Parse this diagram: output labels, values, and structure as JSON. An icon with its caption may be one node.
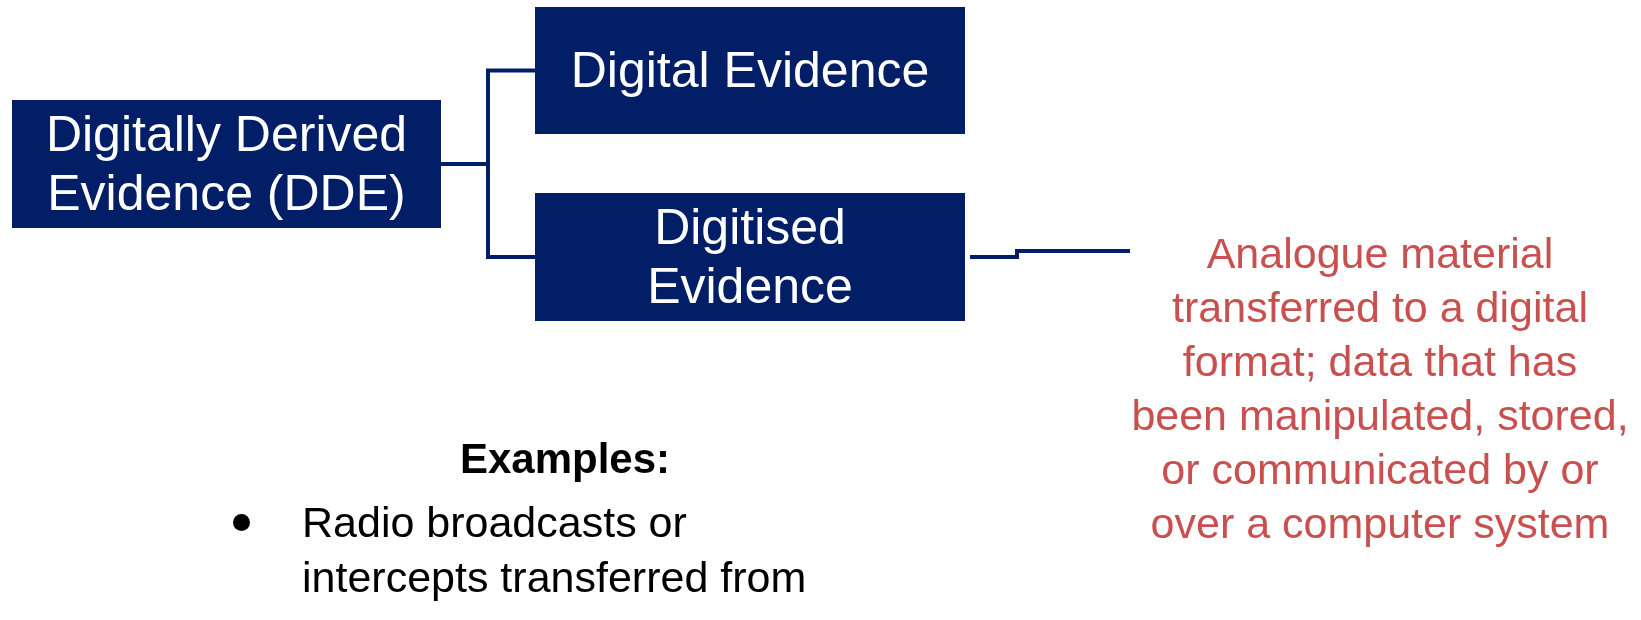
{
  "diagram": {
    "nodes": [
      {
        "text": [
          "Digitally Derived Evidence (DDE)"
        ]
      },
      {
        "text": [
          "Digital Evidence"
        ]
      },
      {
        "text": [
          "Digitised Evidence"
        ]
      },
      {
        "text": [
          "Analogue material transferred to a digital format; data that has been manipulated, stored, or communicated by or over a computer system"
        ]
      }
    ],
    "edges": [
      {
        "from": 0,
        "to": 1,
        "arrow": "none"
      },
      {
        "from": 0,
        "to": 2,
        "arrow": "none"
      },
      {
        "from": 2,
        "to": 3,
        "arrow": "none"
      }
    ],
    "labels": [
      "Examples:",
      "Radio broadcasts or intercepts transferred from"
    ]
  }
}
